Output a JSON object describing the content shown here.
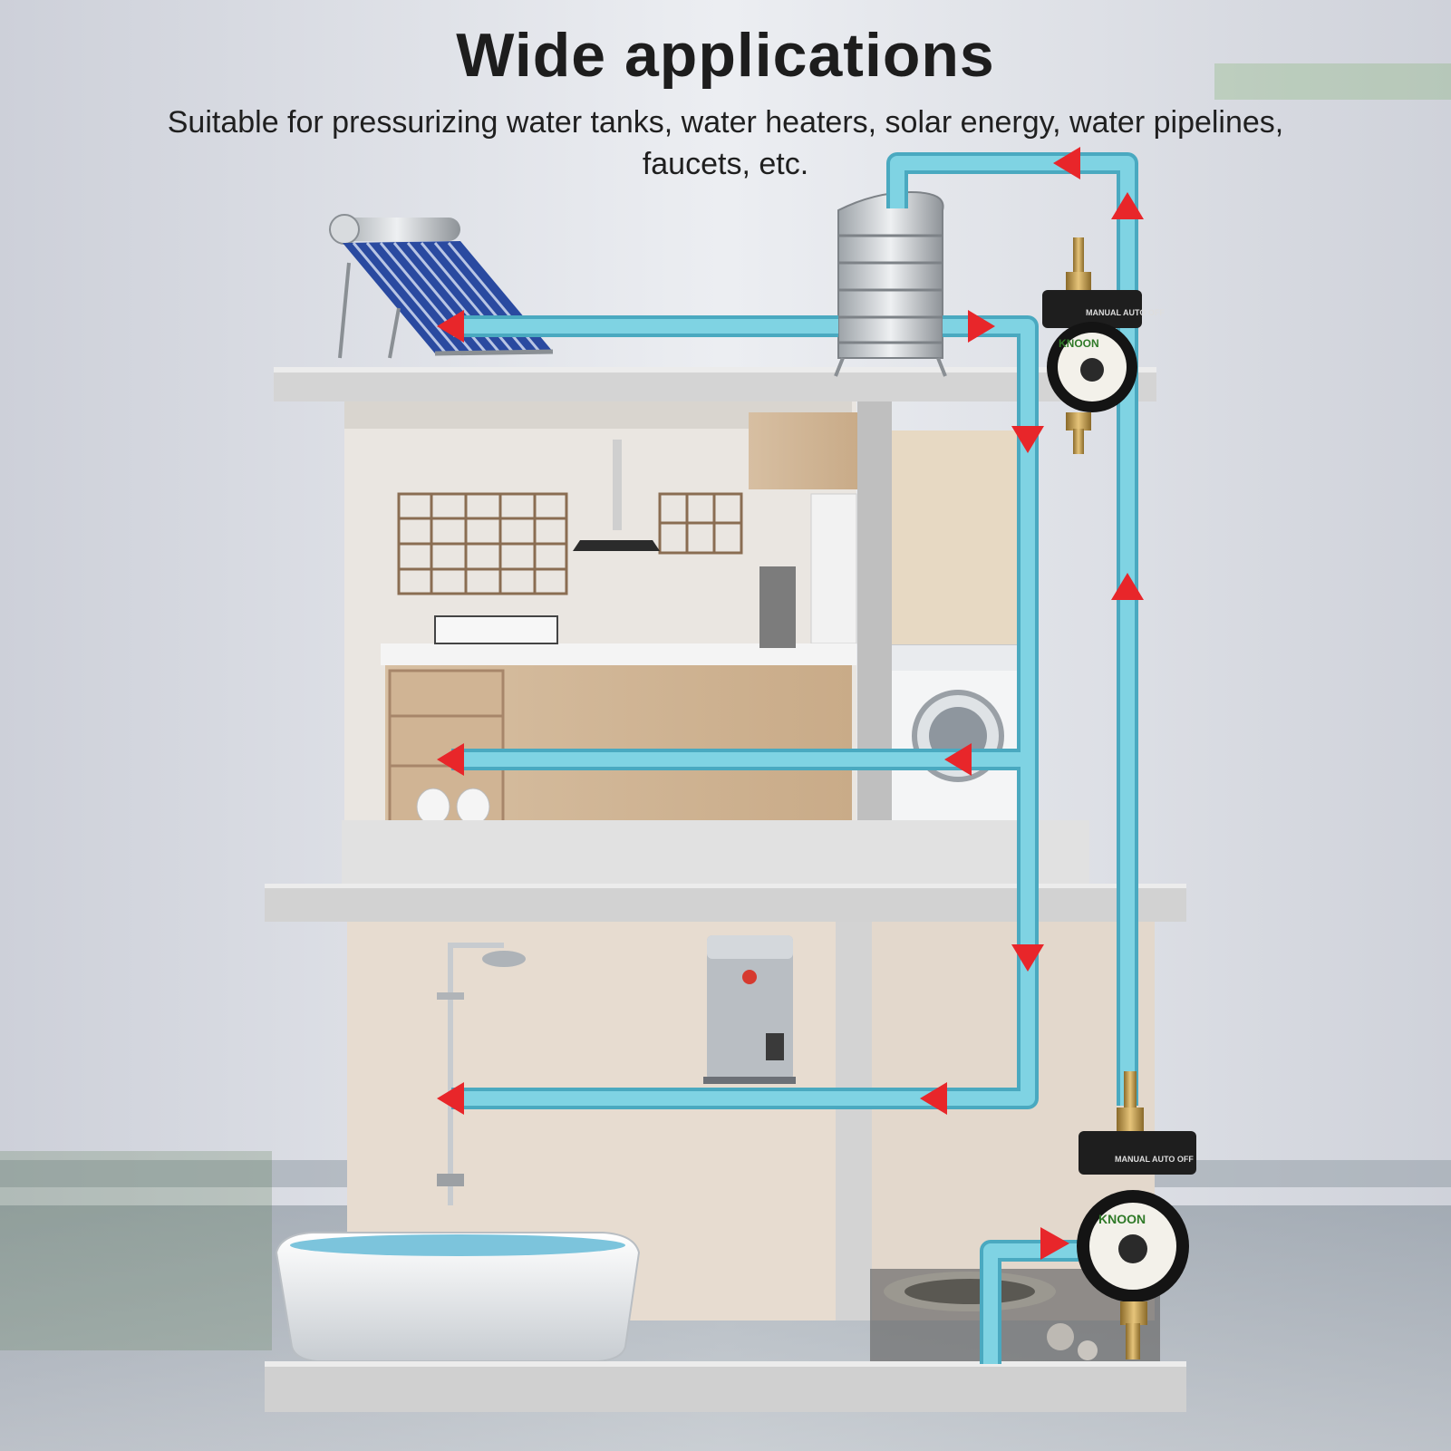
{
  "header": {
    "title": "Wide applications",
    "subtitle_line1": "Suitable for pressurizing water tanks, water heaters, solar energy, water pipelines,",
    "subtitle_line2": "faucets, etc."
  },
  "pump": {
    "brand": "KNOON",
    "switch_labels": "MANUAL  AUTO  OFF"
  },
  "colors": {
    "pipe": "#6fc9dc",
    "pipe_edge": "#4aa9c0",
    "arrow": "#e8262a",
    "slab": "#cfcfcf",
    "wall": "#e6e0d8"
  }
}
